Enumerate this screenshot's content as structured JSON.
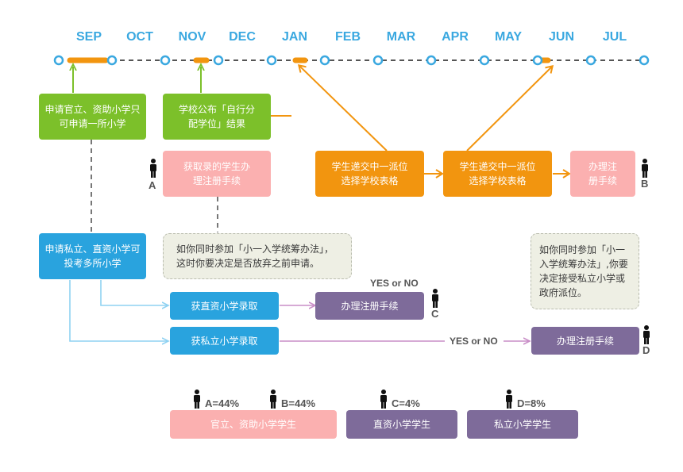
{
  "timeline": {
    "months": [
      "SEP",
      "OCT",
      "NOV",
      "DEC",
      "JAN",
      "FEB",
      "MAR",
      "APR",
      "MAY",
      "JUN",
      "JUL"
    ]
  },
  "boxes": {
    "apply_gov": "申请官立、资助小学只可申请一所小学",
    "school_announce": "学校公布「自行分配学位」结果",
    "admitted_register": "获取录的学生办理注册手续",
    "submit_form_1": "学生递交中一派位选择学校表格",
    "submit_form_2": "学生递交中一派位选择学校表格",
    "register_b": "办理注册手续",
    "apply_private": "申请私立、直资小学可投考多所小学",
    "direct_admit": "获直资小学录取",
    "private_admit": "获私立小学录取",
    "register_c": "办理注册手续",
    "register_d": "办理注册手续"
  },
  "notes": {
    "note_left": "如你同时参加「小一入学统筹办法」，这时你要决定是否放弃之前申请。",
    "note_right": "如你同时参加「小一入学统筹办法」,你要决定接受私立小学或政府派位。"
  },
  "labels": {
    "a": "A",
    "b": "B",
    "c": "C",
    "d": "D",
    "yesno_1": "YES or NO",
    "yesno_2": "YES or NO"
  },
  "legend": [
    {
      "stat": "A=44%"
    },
    {
      "stat": "B=44%"
    },
    {
      "stat": "C=4%"
    },
    {
      "stat": "D=8%"
    }
  ],
  "legend_boxes": {
    "gov": "官立、资助小学学生",
    "direct": "直资小学学生",
    "private": "私立小学学生"
  },
  "colors": {
    "green": "#7cc02a",
    "orange": "#f2950f",
    "blue": "#29a3de",
    "pink": "#fbb0b0",
    "purple": "#7e6b9a",
    "timeline": "#3aa8e0"
  },
  "icons": [
    "person-icon"
  ]
}
